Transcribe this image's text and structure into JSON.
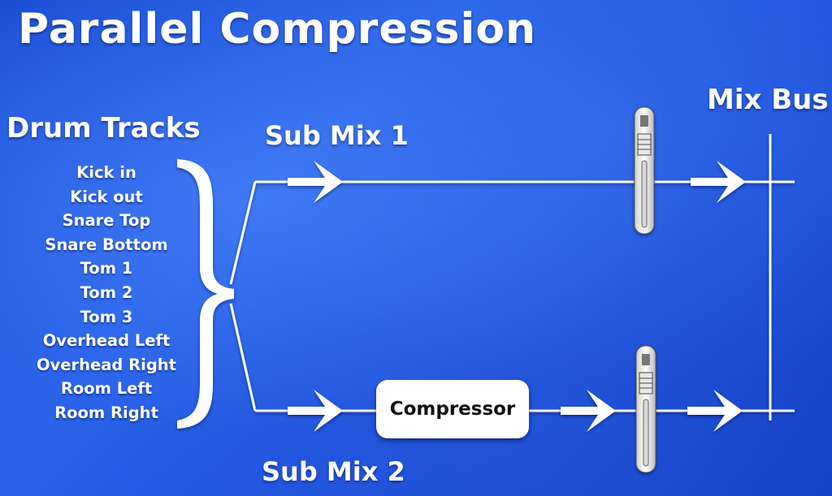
{
  "title": "Parallel Compression",
  "labels": {
    "drum_tracks": "Drum Tracks",
    "sub_mix_1": "Sub Mix 1",
    "sub_mix_2": "Sub Mix 2",
    "mix_bus": "Mix Bus",
    "compressor": "Compressor"
  },
  "tracks": [
    "Kick in",
    "Kick out",
    "Snare Top",
    "Snare Bottom",
    "Tom 1",
    "Tom 2",
    "Tom 3",
    "Overhead Left",
    "Overhead Right",
    "Room Left",
    "Room Right"
  ],
  "colors": {
    "background": "#2158e0",
    "foreground": "#ffffff",
    "compressor_text": "#111111"
  }
}
